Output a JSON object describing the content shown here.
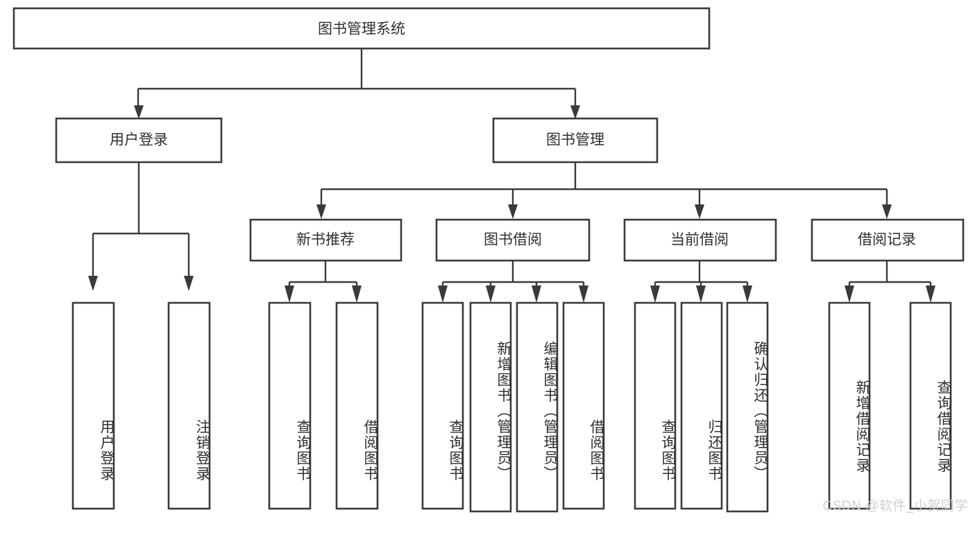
{
  "diagram": {
    "title": "图书管理系统",
    "type": "tree-hierarchy-chart",
    "orientation": "top-down",
    "colors": {
      "box_stroke": "#3a3a3a",
      "box_fill": "#ffffff",
      "connector": "#3a3a3a",
      "text": "#2f2f2f",
      "watermark": "#cfcfcf",
      "background": "#ffffff"
    },
    "root": {
      "label": "图书管理系统"
    },
    "level2": [
      {
        "label": "用户登录"
      },
      {
        "label": "图书管理"
      }
    ],
    "level3": [
      {
        "label": "新书推荐"
      },
      {
        "label": "图书借阅"
      },
      {
        "label": "当前借阅"
      },
      {
        "label": "借阅记录"
      }
    ],
    "leaves": {
      "user_login": [
        {
          "label": "用户登录"
        },
        {
          "label": "注销登录"
        }
      ],
      "new_book_recommend": [
        {
          "label": "查询图书"
        },
        {
          "label": "借阅图书"
        }
      ],
      "book_borrow": [
        {
          "label": "查询图书"
        },
        {
          "label": "新增图书（管理员）"
        },
        {
          "label": "编辑图书（管理员）"
        },
        {
          "label": "借阅图书"
        }
      ],
      "current_borrow": [
        {
          "label": "查询图书"
        },
        {
          "label": "归还图书"
        },
        {
          "label": "确认归还（管理员）"
        }
      ],
      "borrow_record": [
        {
          "label": "新增借阅记录"
        },
        {
          "label": "查询借阅记录"
        }
      ]
    },
    "watermark": "CSDN @软件_小贺同学"
  }
}
